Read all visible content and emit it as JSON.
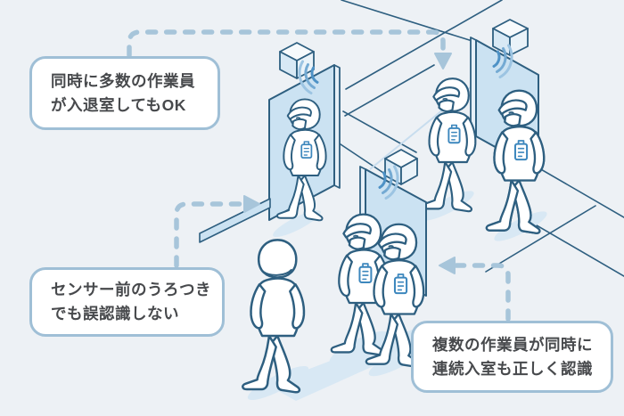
{
  "illustration_title": "multi-person entry/exit sensor gates",
  "callouts": [
    {
      "id": "simultaneous-entry-exit",
      "line1": "同時に多数の作業員",
      "line2": "が入退室してもOK"
    },
    {
      "id": "no-false-recognition",
      "line1": "センサー前のうろつき",
      "line2": "でも誤認識しない"
    },
    {
      "id": "continuous-entry",
      "line1": "複数の作業員が同時に",
      "line2": "連続入室も正しく認識"
    }
  ],
  "icons": {
    "sensor_box": "isometric-box",
    "sensor_wave": "signal-arcs",
    "worker_front": "cleanroom-worker-front",
    "worker_back": "cleanroom-worker-back",
    "arrow": "dashed-elbow-arrow"
  },
  "colors": {
    "background": "#edf1f5",
    "outline": "#2e5f80",
    "panel": "#cbe2f2",
    "panel_edge": "#e6f0f8",
    "wave_dark": "#4e92c6",
    "wave_mid": "#74aad3",
    "wave_light": "#9cc4e2",
    "dash": "#a7c5da",
    "callout_border": "#9fbfd6",
    "callout_text": "#47494c",
    "shadow": "#d8e8f4",
    "badge": "#3d87bd"
  },
  "counts": {
    "gates": "3",
    "workers": "6"
  }
}
